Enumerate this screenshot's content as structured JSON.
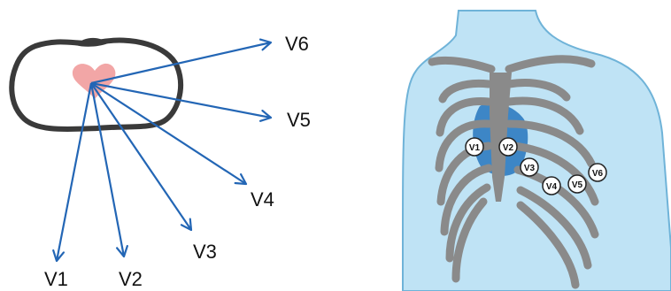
{
  "colors": {
    "torso_outline": "#3a3a3a",
    "heart": "#f2a6a6",
    "arrow": "#2366b5",
    "body_fill": "#bfe3f5",
    "body_stroke": "#6fb3d8",
    "ribs": "#8a8a8a",
    "heart_shadow": "#3d86c6",
    "electrode_fill": "#ffffff",
    "electrode_stroke": "#222222"
  },
  "left_diagram": {
    "leads": [
      {
        "label": "V1"
      },
      {
        "label": "V2"
      },
      {
        "label": "V3"
      },
      {
        "label": "V4"
      },
      {
        "label": "V5"
      },
      {
        "label": "V6"
      }
    ]
  },
  "right_diagram": {
    "electrodes": [
      {
        "label": "V1"
      },
      {
        "label": "V2"
      },
      {
        "label": "V3"
      },
      {
        "label": "V4"
      },
      {
        "label": "V5"
      },
      {
        "label": "V6"
      }
    ]
  }
}
